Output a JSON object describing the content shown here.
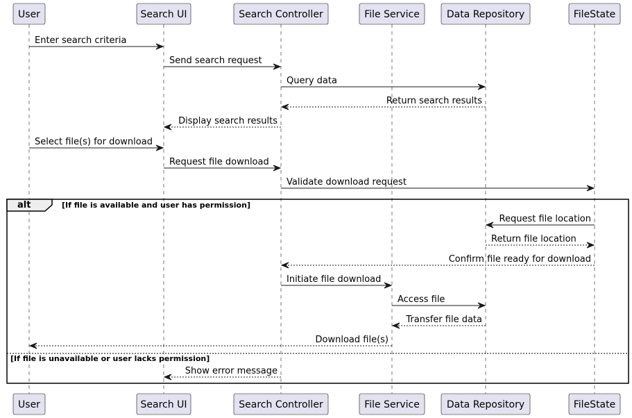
{
  "colors": {
    "participant_fill": "#E2E2F0",
    "participant_stroke": "#181818",
    "line": "#181818",
    "lifeline": "#555555"
  },
  "participants": [
    {
      "id": "user",
      "label": "User"
    },
    {
      "id": "search-ui",
      "label": "Search UI"
    },
    {
      "id": "search-controller",
      "label": "Search Controller"
    },
    {
      "id": "file-service",
      "label": "File Service"
    },
    {
      "id": "data-repository",
      "label": "Data Repository"
    },
    {
      "id": "filestate",
      "label": "FileState"
    }
  ],
  "messages": [
    {
      "from": 0,
      "to": 1,
      "label": "Enter search criteria",
      "dashed": false
    },
    {
      "from": 1,
      "to": 2,
      "label": "Send search request",
      "dashed": false
    },
    {
      "from": 2,
      "to": 4,
      "label": "Query data",
      "dashed": false
    },
    {
      "from": 4,
      "to": 2,
      "label": "Return search results",
      "dashed": true
    },
    {
      "from": 2,
      "to": 1,
      "label": "Display search results",
      "dashed": true
    },
    {
      "from": 0,
      "to": 1,
      "label": "Select file(s) for download",
      "dashed": false
    },
    {
      "from": 1,
      "to": 2,
      "label": "Request file download",
      "dashed": false
    },
    {
      "from": 2,
      "to": 5,
      "label": "Validate download request",
      "dashed": false
    },
    {
      "from": 5,
      "to": 4,
      "label": "Request file location",
      "dashed": false
    },
    {
      "from": 4,
      "to": 5,
      "label": "Return file location",
      "dashed": true
    },
    {
      "from": 5,
      "to": 2,
      "label": "Confirm file ready for download",
      "dashed": true
    },
    {
      "from": 2,
      "to": 3,
      "label": "Initiate file download",
      "dashed": false
    },
    {
      "from": 3,
      "to": 4,
      "label": "Access file",
      "dashed": false
    },
    {
      "from": 4,
      "to": 3,
      "label": "Transfer file data",
      "dashed": true
    },
    {
      "from": 3,
      "to": 0,
      "label": "Download file(s)",
      "dashed": true
    },
    {
      "from": 2,
      "to": 1,
      "label": "Show error message",
      "dashed": true
    }
  ],
  "alt": {
    "keyword": "alt",
    "condition": "[If file is available and user has permission]",
    "else_condition": "[If file is unavailable or user lacks permission]"
  }
}
